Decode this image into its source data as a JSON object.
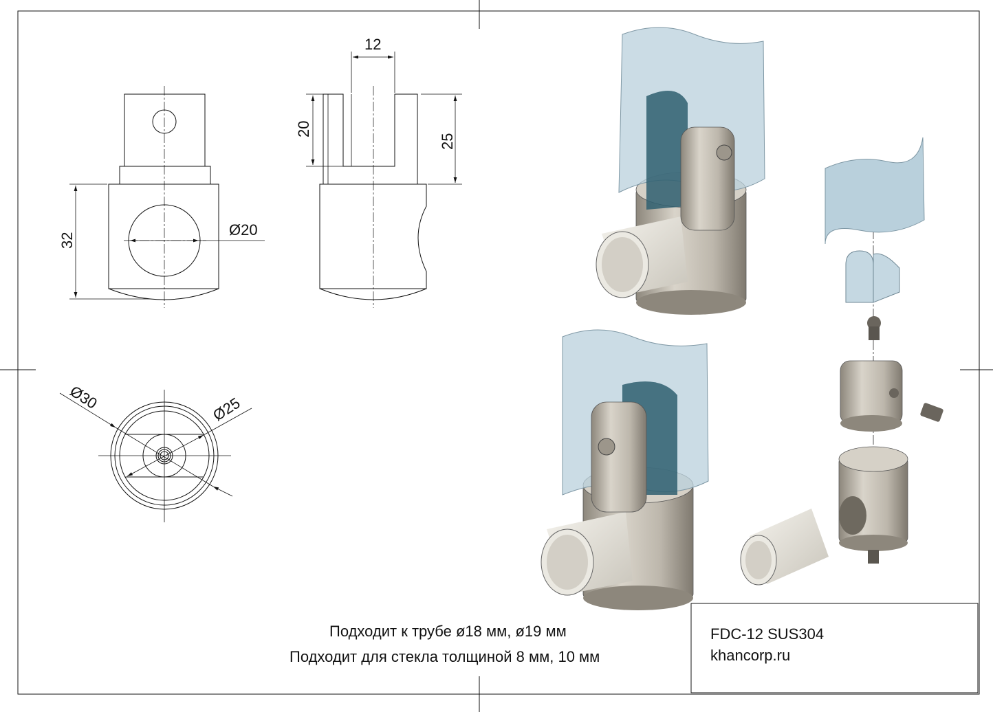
{
  "drawing": {
    "dimensions": {
      "front_height": "32",
      "front_bore": "Ø20",
      "side_slot_width": "12",
      "side_slot_depth": "20",
      "side_head_height": "25",
      "top_outer_diameter": "Ø30",
      "top_inner_diameter": "Ø25"
    },
    "notes": [
      "Подходит к трубе ø18 мм, ø19 мм",
      "Подходит для стекла толщиной 8 мм, 10 мм"
    ],
    "title_block": {
      "part": "FDC-12 SUS304",
      "website": "khancorp.ru"
    },
    "colors": {
      "glass": "#b9d0dc",
      "gasket": "#2f5f70",
      "steel": "#b8b2a6",
      "pipe": "#e8e6df"
    }
  }
}
